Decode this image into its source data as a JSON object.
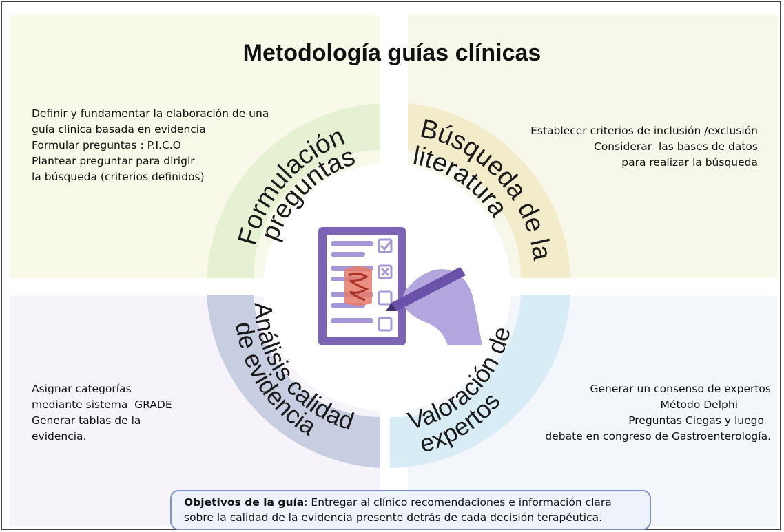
{
  "title": "Metodología guías clínicas",
  "segments": {
    "top_left": {
      "line1": "Formulación",
      "line2": "preguntas",
      "color": "#e6f0d2"
    },
    "top_right": {
      "line1": "Búsqueda de la",
      "line2": "literatura",
      "color": "#f3ecca"
    },
    "bottom_left": {
      "line1": "Análisis calidad",
      "line2": "de evidencia",
      "color": "#c7cee2"
    },
    "bottom_right": {
      "line1": "Valoración de",
      "line2": "expertos",
      "color": "#d8ecf5"
    }
  },
  "notes": {
    "top_left": [
      "Definir y fundamentar la elaboración de una",
      "guía clinica basada en evidencia",
      "Formular preguntas : P.I.C.O",
      "Plantear preguntar para dirigir",
      "la búsqueda (criterios definidos)"
    ],
    "top_right": [
      "Establecer criterios de inclusión /exclusión",
      "Considerar  las bases de datos",
      "para realizar la búsqueda"
    ],
    "bottom_left": [
      "Asignar categorías",
      "mediante sistema  GRADE",
      "Generar tablas de la",
      "evidencia."
    ],
    "bottom_right": [
      "Generar un consenso de expertos",
      "Método Delphi",
      "Preguntas Ciegas y luego",
      "debate en congreso de Gastroenterología."
    ]
  },
  "objective": {
    "label": "Objetivos de la guía",
    "text": ":  Entregar al clínico recomendaciones e información clara sobre la calidad de la evidencia presente detrás de cada decisión terapéutica."
  },
  "colors": {
    "clipboard": "#7b63b6",
    "clipboard_light": "#a696d6",
    "organ": "#c94b3c",
    "hand": "#b3a6df"
  },
  "icons": [
    "clipboard-icon",
    "checkbox-icon",
    "intestine-icon",
    "pen-icon",
    "hand-icon"
  ]
}
